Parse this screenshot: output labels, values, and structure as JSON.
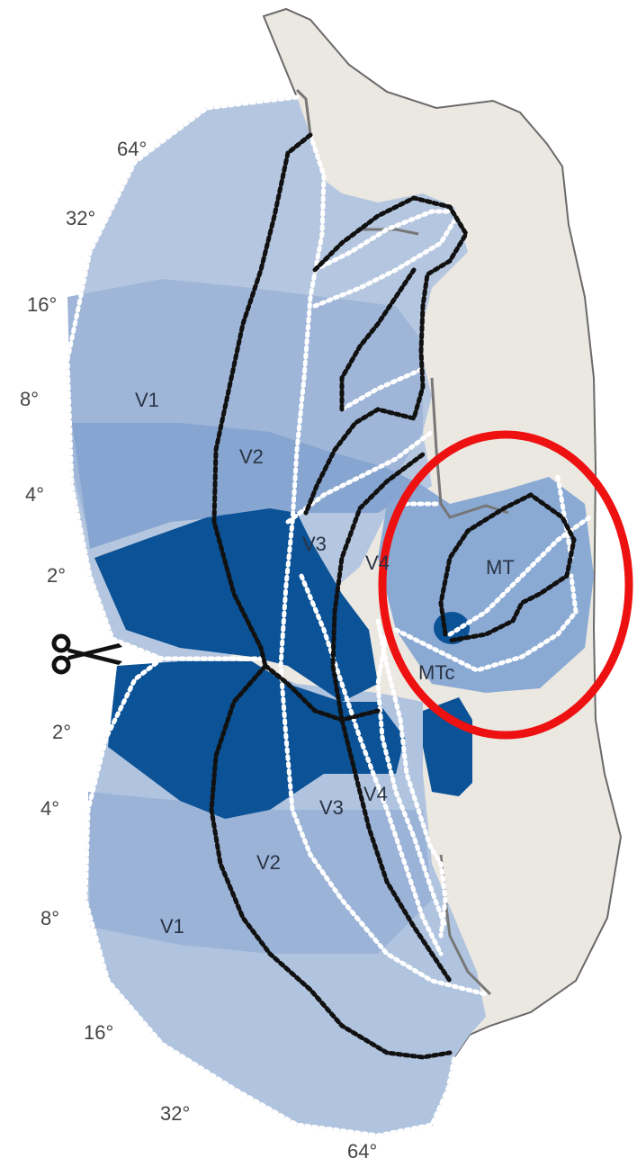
{
  "eccentricity_labels": {
    "upper": [
      "64°",
      "32°",
      "16°",
      "8°",
      "4°",
      "2°"
    ],
    "lower": [
      "2°",
      "4°",
      "8°",
      "16°",
      "32°",
      "64°"
    ]
  },
  "area_labels": {
    "v1_upper": "V1",
    "v2_upper": "V2",
    "v3_upper": "V3",
    "v4_upper": "V4",
    "mt": "MT",
    "mtc": "MTc",
    "v3_lower": "V3",
    "v4_lower": "V4",
    "v2_lower": "V2",
    "v1_lower": "V1"
  },
  "icons": {
    "cut": "scissors-icon",
    "highlight": "highlight-ellipse"
  },
  "colors": {
    "cortex_background": "#ebe7e1",
    "foveal_blue": "#0b5296",
    "light_blue": "#a9bfdc",
    "mid_blue": "#7f9fcc",
    "highlight_ring": "#ee1111"
  }
}
